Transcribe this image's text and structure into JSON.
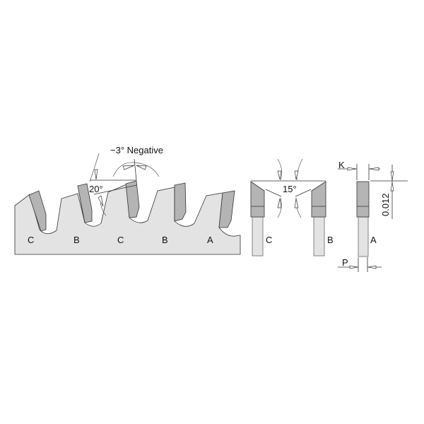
{
  "blade_view": {
    "tooth_labels": [
      "C",
      "B",
      "C",
      "B",
      "A"
    ],
    "angle_hook": "20°",
    "angle_negative": "−3° Negative"
  },
  "section_view": {
    "labels": [
      "C",
      "B",
      "A"
    ],
    "angle_bevel": "15°",
    "dim_k": "K",
    "dim_p": "P",
    "dim_height": "0.012"
  },
  "colors": {
    "blade_body": "#e3e3e3",
    "carbide_tip": "#b4b4b4",
    "outline": "#333333"
  }
}
